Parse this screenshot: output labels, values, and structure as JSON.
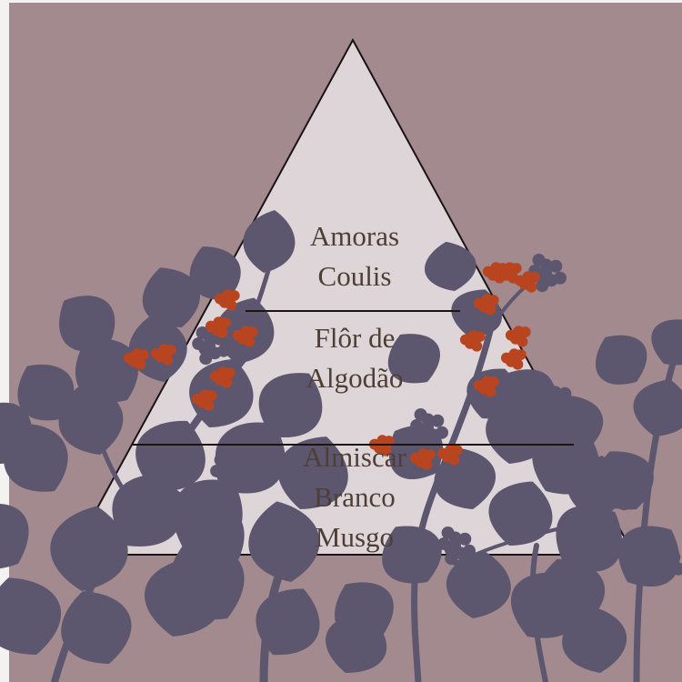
{
  "colors": {
    "background": "#a28a8e",
    "pyramid_fill": "#ded5d8",
    "outline": "#1a1416",
    "foliage": "#5d566f",
    "berries": "#b8451f",
    "text": "#4e3f36"
  },
  "pyramid": {
    "tiers": [
      {
        "lines": [
          "Amoras",
          "Coulis"
        ]
      },
      {
        "lines": [
          "Flôr de",
          "Algodão"
        ]
      },
      {
        "lines": [
          "Almiscar",
          "Branco",
          "Musgo"
        ]
      }
    ]
  },
  "decor": {
    "left_plant": "bramble-leaves-with-berries",
    "right_plant": "blackberry-branches"
  }
}
